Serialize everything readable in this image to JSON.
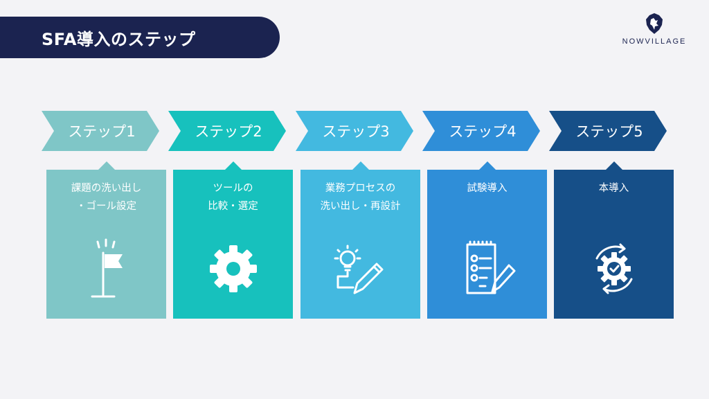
{
  "title": "SFA導入のステップ",
  "logo": {
    "text": "NOWVILLAGE"
  },
  "colors": {
    "title_bg": "#1b2350",
    "step1": "#7fc6c7",
    "step2": "#17c1bd",
    "step3": "#43b9e0",
    "step4": "#2f8ed8",
    "step5": "#164f88"
  },
  "steps": [
    {
      "label": "ステップ1",
      "lines": [
        "課題の洗い出し",
        "・ゴール設定"
      ],
      "icon": "flag-icon"
    },
    {
      "label": "ステップ2",
      "lines": [
        "ツールの",
        "比較・選定"
      ],
      "icon": "gear-icon"
    },
    {
      "label": "ステップ3",
      "lines": [
        "業務プロセスの",
        "洗い出し・再設計"
      ],
      "icon": "lightbulb-pencil-icon"
    },
    {
      "label": "ステップ4",
      "lines": [
        "試験導入",
        ""
      ],
      "icon": "checklist-pencil-icon"
    },
    {
      "label": "ステップ5",
      "lines": [
        "本導入",
        ""
      ],
      "icon": "gear-cycle-check-icon"
    }
  ]
}
